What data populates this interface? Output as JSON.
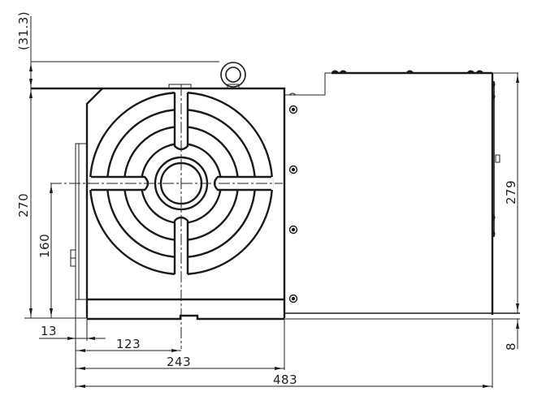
{
  "drawing": {
    "title": "Rotary table – front and side view dimension drawing",
    "colors": {
      "line": "#1a1a1a",
      "background": "#ffffff"
    },
    "units": "mm"
  },
  "dimensions": {
    "top_offset": "(31.3)",
    "overall_height": "270",
    "center_height": "160",
    "side_height": "279",
    "base_offset": "8",
    "flange_offset": "13",
    "center_offset": "123",
    "faceplate_width": "243",
    "overall_length": "483"
  },
  "components": {
    "faceplate": "T-slot faceplate with 4 radial slots and 4 concentric grooves",
    "eyebolt": "lifting eye bolt",
    "motor_housing": "motor / drive housing",
    "bolts": "side mounting bolts"
  }
}
